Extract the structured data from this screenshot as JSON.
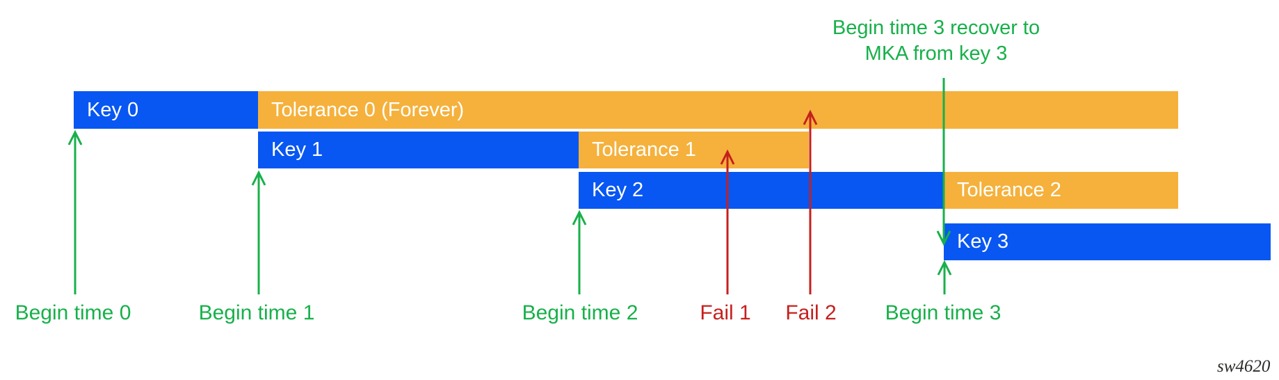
{
  "colors": {
    "key_bar_blue": "#0857F2",
    "tolerance_bar_orange": "#F5B13C",
    "begin_marker_green": "#17B04A",
    "fail_marker_red": "#C5201E",
    "bar_text": "#FFFFFF",
    "watermark_text": "#2B2B28"
  },
  "timeline": {
    "bars": {
      "key0": {
        "label": "Key 0",
        "type": "key"
      },
      "tolerance0": {
        "label": "Tolerance 0 (Forever)",
        "type": "tolerance"
      },
      "key1": {
        "label": "Key 1",
        "type": "key"
      },
      "tolerance1": {
        "label": "Tolerance 1",
        "type": "tolerance"
      },
      "key2": {
        "label": "Key 2",
        "type": "key"
      },
      "tolerance2": {
        "label": "Tolerance 2",
        "type": "tolerance"
      },
      "key3": {
        "label": "Key 3",
        "type": "key"
      }
    },
    "markers": {
      "begin0": {
        "label": "Begin time 0",
        "color": "green"
      },
      "begin1": {
        "label": "Begin time 1",
        "color": "green"
      },
      "begin2": {
        "label": "Begin time 2",
        "color": "green"
      },
      "fail1": {
        "label": "Fail 1",
        "color": "red"
      },
      "fail2": {
        "label": "Fail 2",
        "color": "red"
      },
      "begin3": {
        "label": "Begin time 3",
        "color": "green"
      }
    },
    "annotation": {
      "line1": "Begin time 3 recover to",
      "line2": "MKA from key 3"
    }
  },
  "watermark": "sw4620"
}
